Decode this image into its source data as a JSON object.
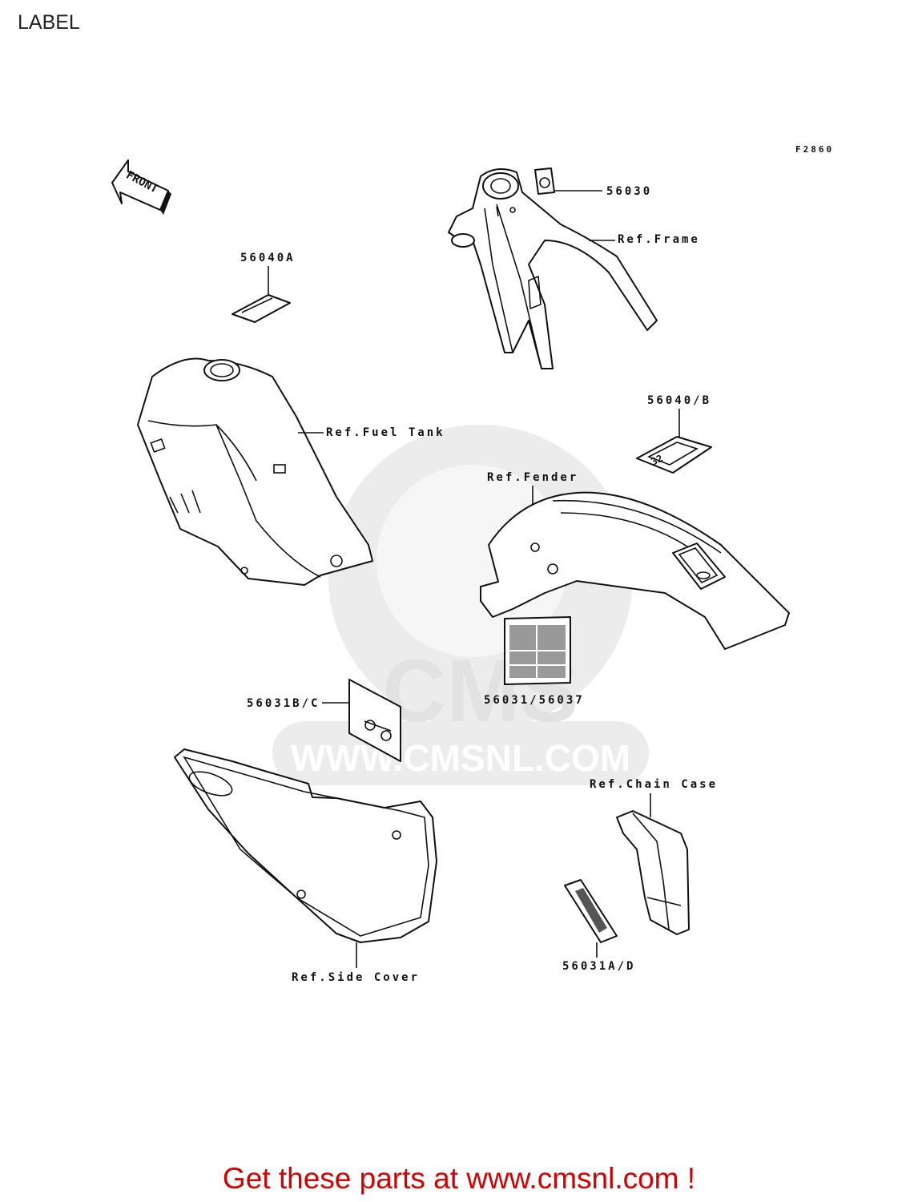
{
  "page": {
    "title": "LABEL",
    "figure_code": "F2860",
    "footer": "Get these parts at www.cmsnl.com !"
  },
  "watermark": {
    "logo": "CMS",
    "url": "WWW.CMSNL.COM"
  },
  "front_arrow": "FRONT",
  "callouts": {
    "c56030": "56030",
    "ref_frame": "Ref.Frame",
    "c56040a": "56040A",
    "ref_fuel_tank": "Ref.Fuel Tank",
    "c56040b": "56040/B",
    "ref_fender": "Ref.Fender",
    "c56031_56037": "56031/56037",
    "c56031bc": "56031B/C",
    "ref_chain_case": "Ref.Chain Case",
    "c56031ad": "56031A/D",
    "ref_side_cover": "Ref.Side Cover"
  },
  "decal_text": "32"
}
